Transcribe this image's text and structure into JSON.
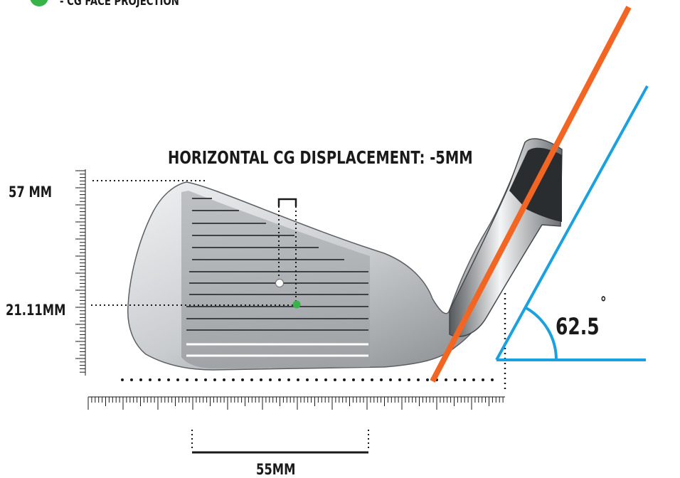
{
  "legend": {
    "text": "- CG FACE PROJECTION",
    "color": "#37b34a"
  },
  "diagram": {
    "title": "HORIZONTAL CG DISPLACEMENT: -5MM",
    "height_label": "57 MM",
    "cg_height_label": "21.11MM",
    "width_label": "55MM",
    "lie_angle_value": "62.5",
    "degree_symbol": "°"
  },
  "colors": {
    "shaft_line": "#f26522",
    "angle_lines": "#1ba1df",
    "cg_point": "#ffffff",
    "cg_face_projection": "#37b34a",
    "dotted_guides": "#1a1a1a"
  }
}
